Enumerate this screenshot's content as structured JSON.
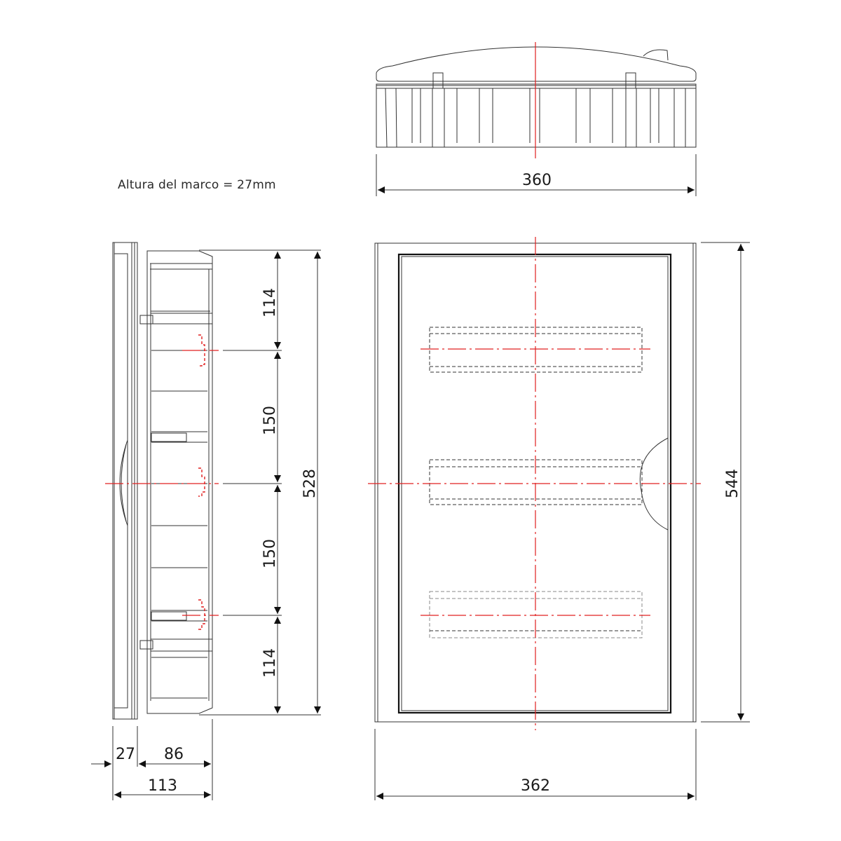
{
  "note": {
    "frame_height": "Altura del marco = 27mm"
  },
  "top_view": {
    "width_label": "360"
  },
  "side_view": {
    "segments": [
      "114",
      "150",
      "150",
      "114"
    ],
    "total_height": "528",
    "frame_depth": "27",
    "box_depth": "86",
    "total_depth": "113"
  },
  "front_view": {
    "height_label": "544",
    "width_label": "362",
    "din_rails": 3
  },
  "colors": {
    "line": "#222222",
    "centerline": "#e02020",
    "background": "#ffffff"
  }
}
